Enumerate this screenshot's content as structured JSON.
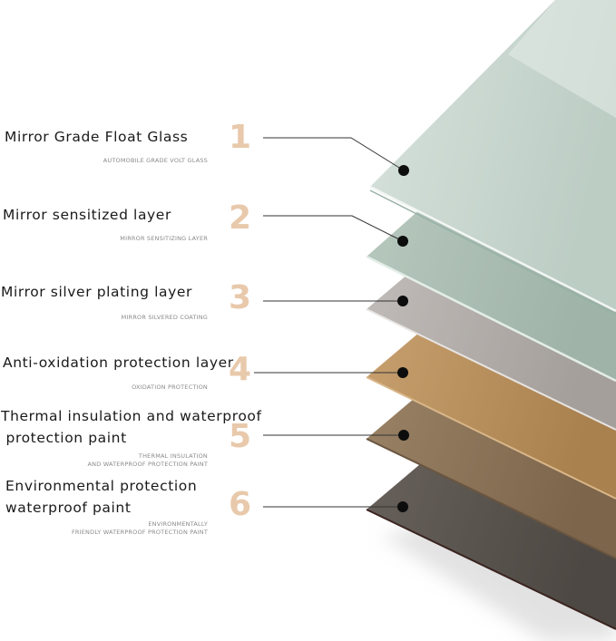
{
  "layers": [
    {
      "number": "1",
      "title": "Mirror Grade Float Glass",
      "title_line2": "",
      "subtitle": "AUTOMOBILE GRADE VOLT GLASS",
      "subtitle_line2": "",
      "color": "#c9d8d0"
    },
    {
      "number": "2",
      "title": "Mirror sensitized layer",
      "title_line2": "",
      "subtitle": "MIRROR SENSITIZING LAYER",
      "subtitle_line2": "",
      "color": "#a9bdb2"
    },
    {
      "number": "3",
      "title": "Mirror silver plating layer",
      "title_line2": "",
      "subtitle": "MIRROR SILVERED COATING",
      "subtitle_line2": "",
      "color": "#b3aeaa"
    },
    {
      "number": "4",
      "title": "Anti-oxidation protection layer",
      "title_line2": "",
      "subtitle": "OXIDATION PROTECTION",
      "subtitle_line2": "",
      "color": "#b9925f"
    },
    {
      "number": "5",
      "title": "Thermal insulation and waterproof",
      "title_line2": " protection paint",
      "subtitle": "THERMAL INSULATION",
      "subtitle_line2": "AND WATERPROOF PROTECTION PAINT",
      "color": "#8b7358"
    },
    {
      "number": "6",
      "title": "Environmental protection",
      "title_line2": "waterproof paint",
      "subtitle": "ENVIRONMENTALLY",
      "subtitle_line2": "FRIENDLY WATERPROOF PROTECTION PAINT",
      "color": "#5b5550"
    }
  ]
}
